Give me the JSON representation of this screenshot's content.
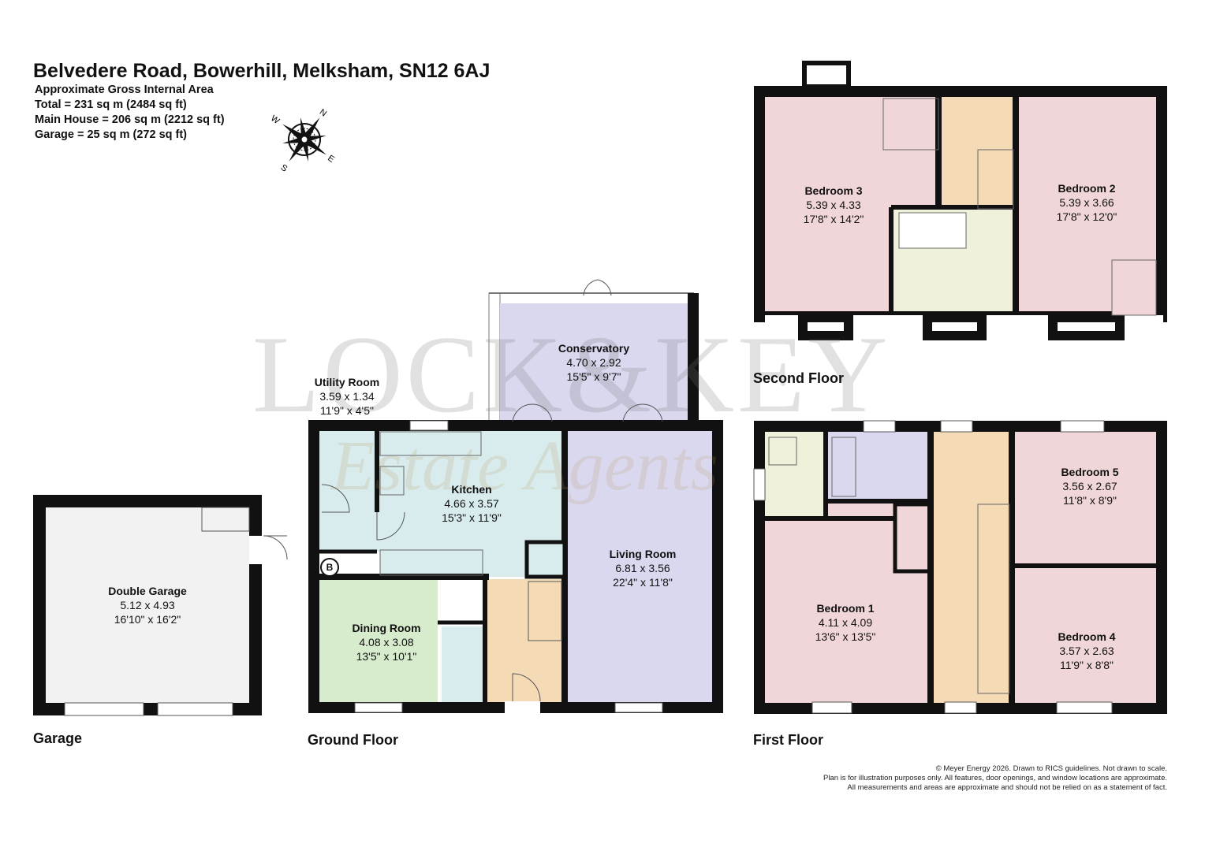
{
  "header": {
    "title": "Belvedere Road, Bowerhill, Melksham, SN12 6AJ",
    "area_heading": "Approximate Gross Internal Area",
    "total": "Total = 231 sq m (2484 sq ft)",
    "main_house": "Main House = 206 sq m (2212 sq ft)",
    "garage": "Garage = 25 sq m (272 sq ft)"
  },
  "compass": {
    "n": "N",
    "e": "E",
    "s": "S",
    "w": "W",
    "icon": "compass-rose-icon"
  },
  "watermark": {
    "line1": "LOCK&KEY",
    "line2": "Estate Agents"
  },
  "floors": {
    "garage": "Garage",
    "ground": "Ground Floor",
    "first": "First Floor",
    "second": "Second Floor"
  },
  "rooms": {
    "double_garage": {
      "name": "Double Garage",
      "metric": "5.12 x 4.93",
      "imperial": "16'10\" x 16'2\""
    },
    "utility": {
      "name": "Utility Room",
      "metric": "3.59 x 1.34",
      "imperial": "11'9\" x 4'5\""
    },
    "kitchen": {
      "name": "Kitchen",
      "metric": "4.66 x 3.57",
      "imperial": "15'3\" x 11'9\""
    },
    "conservatory": {
      "name": "Conservatory",
      "metric": "4.70 x 2.92",
      "imperial": "15'5\" x 9'7\""
    },
    "living": {
      "name": "Living Room",
      "metric": "6.81 x 3.56",
      "imperial": "22'4\" x 11'8\""
    },
    "dining": {
      "name": "Dining Room",
      "metric": "4.08 x 3.08",
      "imperial": "13'5\" x 10'1\""
    },
    "bedroom1": {
      "name": "Bedroom 1",
      "metric": "4.11 x 4.09",
      "imperial": "13'6\" x 13'5\""
    },
    "bedroom5": {
      "name": "Bedroom 5",
      "metric": "3.56 x 2.67",
      "imperial": "11'8\" x 8'9\""
    },
    "bedroom4": {
      "name": "Bedroom 4",
      "metric": "3.57 x 2.63",
      "imperial": "11'9\" x 8'8\""
    },
    "bedroom3": {
      "name": "Bedroom 3",
      "metric": "5.39 x 4.33",
      "imperial": "17'8\" x 14'2\""
    },
    "bedroom2": {
      "name": "Bedroom 2",
      "metric": "5.39 x 3.66",
      "imperial": "17'8\" x 12'0\""
    }
  },
  "boiler_label": "B",
  "colors": {
    "wall": "#111111",
    "garage": "#f2f2f2",
    "utility_kitchen": "#d8ecee",
    "dining": "#d7ebcd",
    "hall": "#f4dbb6",
    "living": "#d9d8ef",
    "bedroom": "#f1d6d9",
    "bathroom": "#eff1da"
  },
  "footer": {
    "line1": "© Meyer Energy 2026. Drawn to RICS guidelines.  Not drawn to scale.",
    "line2": "Plan is for illustration purposes only. All features, door openings, and window locations are approximate.",
    "line3": "All measurements and areas are approximate and should not be relied on as a statement of fact."
  }
}
